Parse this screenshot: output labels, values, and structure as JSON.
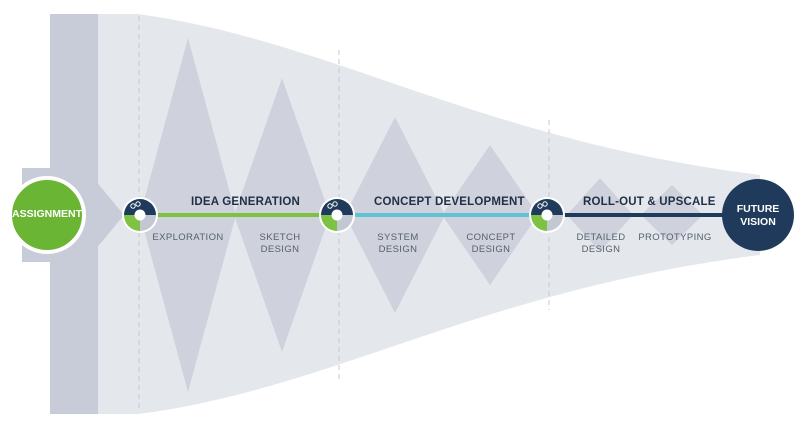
{
  "start": {
    "label": "ASSIGNMENT"
  },
  "end": {
    "label": "FUTURE\nVISION"
  },
  "phases": [
    {
      "title": "IDEA GENERATION",
      "color": "#7dc242",
      "steps": [
        "EXPLORATION",
        "SKETCH\nDESIGN"
      ]
    },
    {
      "title": "CONCEPT DEVELOPMENT",
      "color": "#5fc3d3",
      "steps": [
        "SYSTEM\nDESIGN",
        "CONCEPT\nDESIGN"
      ]
    },
    {
      "title": "ROLL-OUT & UPSCALE",
      "color": "#1f3a5a",
      "steps": [
        "DETAILED\nDESIGN",
        "PROTOTYPING"
      ]
    }
  ],
  "colors": {
    "funnel": "#e4e8ec",
    "diamond": "#cfd2dd",
    "band": "#c8cbd8",
    "start_circle": "#6bb534",
    "end_circle": "#1f3a5a",
    "node_dark": "#1f3a5a"
  },
  "icons": [
    "gears-icon",
    "people-icon",
    "hand-touch-icon"
  ]
}
